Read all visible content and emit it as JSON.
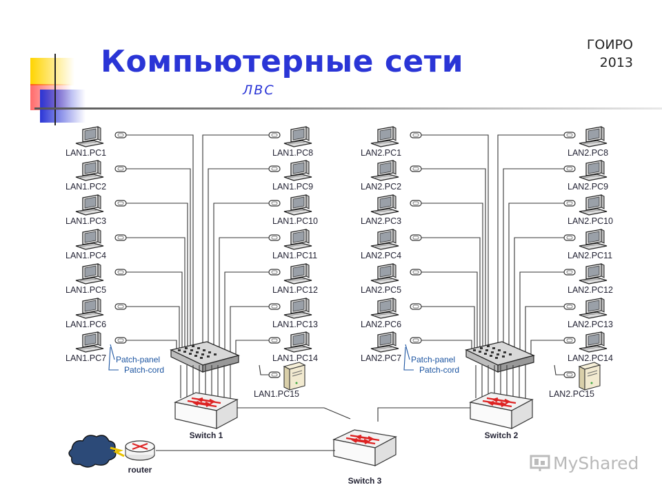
{
  "header": {
    "title": "Компьютерные сети",
    "subtitle": "ЛВС",
    "org_line1": "ГОИРО",
    "org_line2": "2013"
  },
  "lan1": {
    "left_pcs": [
      "LAN1.PC1",
      "LAN1.PC2",
      "LAN1.PC3",
      "LAN1.PC4",
      "LAN1.PC5",
      "LAN1.PC6",
      "LAN1.PC7"
    ],
    "right_pcs": [
      "LAN1.PC8",
      "LAN1.PC9",
      "LAN1.PC10",
      "LAN1.PC11",
      "LAN1.PC12",
      "LAN1.PC13",
      "LAN1.PC14"
    ],
    "server": "LAN1.PC15",
    "switch": "Switch 1",
    "patch_panel": "Patch-panel",
    "patch_cord": "Patch-cord"
  },
  "lan2": {
    "left_pcs": [
      "LAN2.PC1",
      "LAN2.PC2",
      "LAN2.PC3",
      "LAN2.PC4",
      "LAN2.PC5",
      "LAN2.PC6",
      "LAN2.PC7"
    ],
    "right_pcs": [
      "LAN2.PC8",
      "LAN2.PC9",
      "LAN2.PC10",
      "LAN2.PC11",
      "LAN2.PC12",
      "LAN2.PC13",
      "LAN2.PC14"
    ],
    "server": "LAN2.PC15",
    "switch": "Switch 2",
    "patch_panel": "Patch-panel",
    "patch_cord": "Patch-cord"
  },
  "core": {
    "switch": "Switch 3",
    "router": "router"
  },
  "watermark": "MyShared",
  "colors": {
    "title": "#2a35d6",
    "accent_yellow": "#ffd400",
    "accent_red": "#ff2a2a",
    "accent_blue": "#2a35d6"
  }
}
